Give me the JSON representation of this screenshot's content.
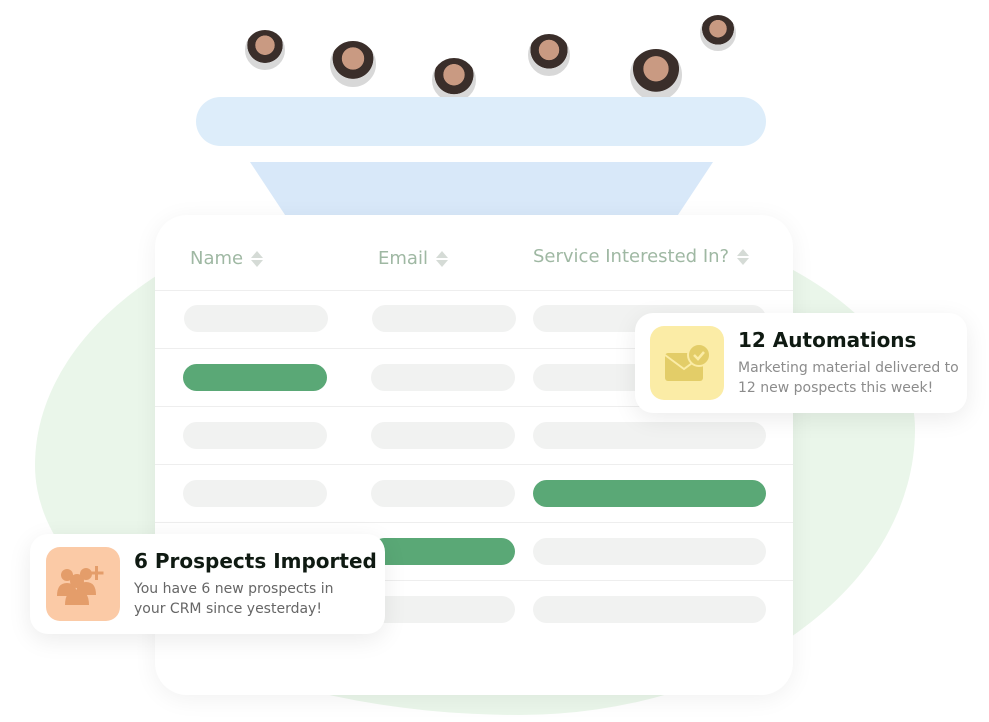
{
  "table": {
    "columns": [
      "Name",
      "Email",
      "Service Interested In?"
    ]
  },
  "automations": {
    "title": "12 Automations",
    "body_line1": "Marketing material delivered to",
    "body_line2": "12 new pospects this week!",
    "icon": "envelope-check-icon",
    "icon_bg": "#fbeca6"
  },
  "prospects": {
    "title": "6 Prospects Imported",
    "body_line1": "You have 6 new prospects in",
    "body_line2": "your CRM since yesterday!",
    "icon": "users-plus-icon",
    "icon_bg": "#fbcaa6"
  },
  "colors": {
    "accent": "#5aa876",
    "funnel": "#ddedfa",
    "blob": "#eaf6ea"
  }
}
